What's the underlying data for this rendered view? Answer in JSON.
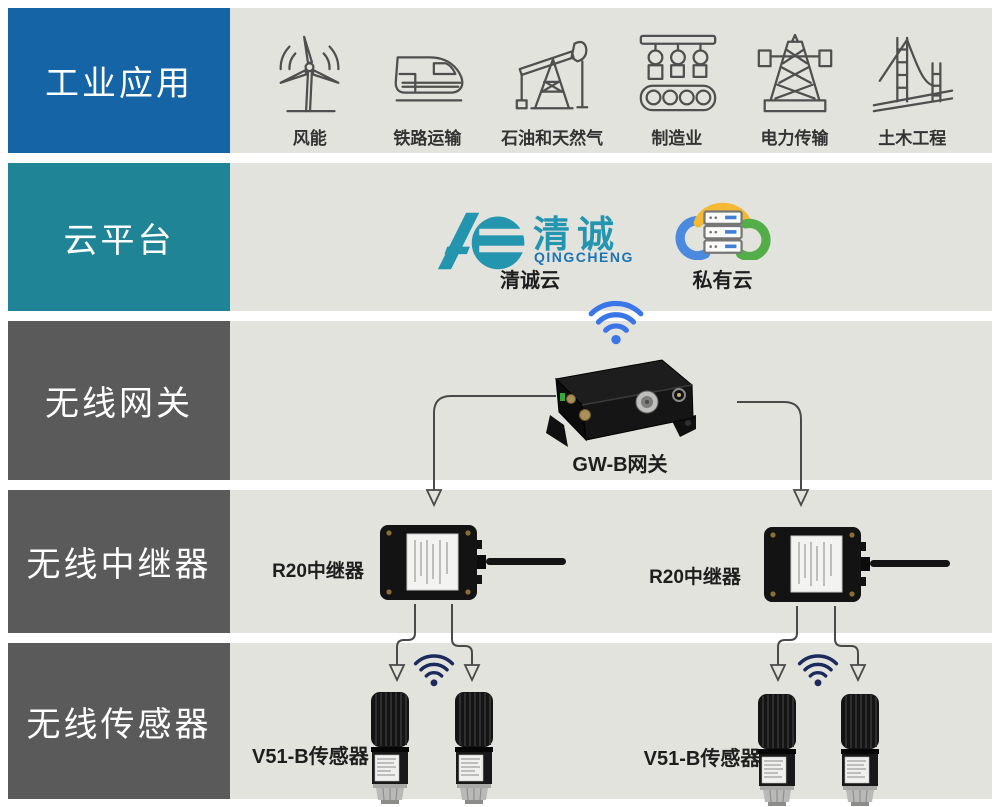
{
  "colors": {
    "industrial_band": "#1565a6",
    "cloud_band": "#1f8596",
    "gray_band": "#5a5a5a",
    "content_bg": "#e3e3de",
    "accent_blue": "#3a76e8",
    "wifi_dark": "#1b2a5a",
    "logo_teal": "#2395af",
    "logo_blue": "#1c74b4",
    "cloud_arc_blue": "#4a8be0",
    "cloud_arc_yellow": "#f5b832",
    "cloud_arc_green": "#53ae49"
  },
  "bands": [
    {
      "label": "工业应用"
    },
    {
      "label": "云平台"
    },
    {
      "label": "无线网关"
    },
    {
      "label": "无线中继器"
    },
    {
      "label": "无线传感器"
    }
  ],
  "industries": [
    {
      "label": "风能"
    },
    {
      "label": "铁路运输"
    },
    {
      "label": "石油和天然气"
    },
    {
      "label": "制造业"
    },
    {
      "label": "电力传输"
    },
    {
      "label": "土木工程"
    }
  ],
  "cloud": {
    "logo_text_cn": "清诚",
    "logo_text_en": "QINGCHENG",
    "qingcheng_cloud_label": "清诚云",
    "private_cloud_label": "私有云"
  },
  "gateway": {
    "label": "GW-B网关"
  },
  "repeaters": [
    {
      "label": "R20中继器"
    },
    {
      "label": "R20中继器"
    }
  ],
  "sensors": [
    {
      "label": "V51-B传感器"
    },
    {
      "label": "V51-B传感器"
    }
  ]
}
